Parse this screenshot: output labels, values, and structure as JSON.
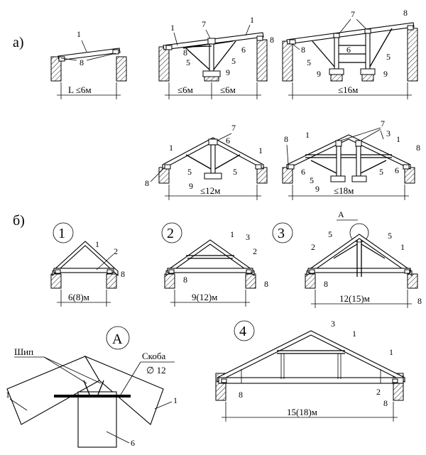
{
  "sections": {
    "a": "а)",
    "b": "б)"
  },
  "nums": {
    "n1": "1",
    "n2": "2",
    "n3": "3",
    "n4": "4",
    "n5": "5",
    "n6": "6",
    "n7": "7",
    "n8": "8",
    "n9": "9"
  },
  "circles": {
    "c1": "1",
    "c2": "2",
    "c3": "3",
    "c4": "4",
    "cA": "A"
  },
  "dims": {
    "d1": "L ≤6м",
    "d2a": "≤6м",
    "d2b": "≤6м",
    "d3": "≤16м",
    "d4": "≤12м",
    "d5": "≤18м",
    "d6": "6(8)м",
    "d7": "9(12)м",
    "d8": "12(15)м",
    "d9": "15(18)м"
  },
  "detail": {
    "marker": "A",
    "ship": "Шип",
    "skoba": "Скоба",
    "skoba_d": "∅ 12"
  }
}
